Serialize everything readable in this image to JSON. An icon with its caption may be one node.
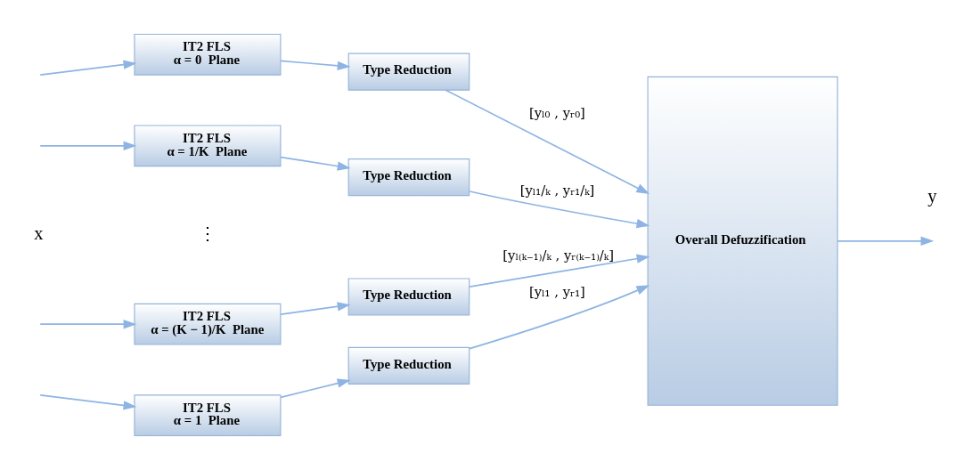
{
  "diagram": {
    "nodes": [
      {
        "text": [
          "IT2 FLS",
          "α = 0  Plane"
        ]
      },
      {
        "text": [
          "Type Reduction"
        ]
      },
      {
        "text": [
          "IT2 FLS",
          "α = 1/K  Plane"
        ]
      },
      {
        "text": [
          "Type Reduction"
        ]
      },
      {
        "text": [
          "IT2 FLS",
          "α = (K − 1)/K  Plane"
        ]
      },
      {
        "text": [
          "Type Reduction"
        ]
      },
      {
        "text": [
          "IT2 FLS",
          "α = 1  Plane"
        ]
      },
      {
        "text": [
          "Type Reduction"
        ]
      },
      {
        "text": [
          "Overall Defuzzification"
        ]
      }
    ],
    "edges": [
      {
        "from": null,
        "to": 0,
        "arrow": "to"
      },
      {
        "from": null,
        "to": 2,
        "arrow": "to"
      },
      {
        "from": null,
        "to": 4,
        "arrow": "to"
      },
      {
        "from": null,
        "to": 6,
        "arrow": "to"
      },
      {
        "from": 0,
        "to": 1,
        "arrow": "to"
      },
      {
        "from": 2,
        "to": 3,
        "arrow": "to"
      },
      {
        "from": 4,
        "to": 5,
        "arrow": "to"
      },
      {
        "from": 6,
        "to": 7,
        "arrow": "to"
      },
      {
        "from": 1,
        "to": 8,
        "arrow": "to",
        "label": "[yₗ₀ , yᵣ₀]"
      },
      {
        "from": 3,
        "to": 8,
        "arrow": "to",
        "label": "[yₗ₁/ₖ , yᵣ₁/ₖ]"
      },
      {
        "from": 5,
        "to": 8,
        "arrow": "to",
        "label": "[yₗ₍ₖ₋₁₎/ₖ , yᵣ₍ₖ₋₁₎/ₖ]"
      },
      {
        "from": 7,
        "to": 8,
        "arrow": "to",
        "label": "[yₗ₁ , yᵣ₁]"
      },
      {
        "from": 8,
        "to": null,
        "arrow": "to"
      }
    ],
    "labels": [
      "x",
      "⋮",
      "y"
    ]
  }
}
